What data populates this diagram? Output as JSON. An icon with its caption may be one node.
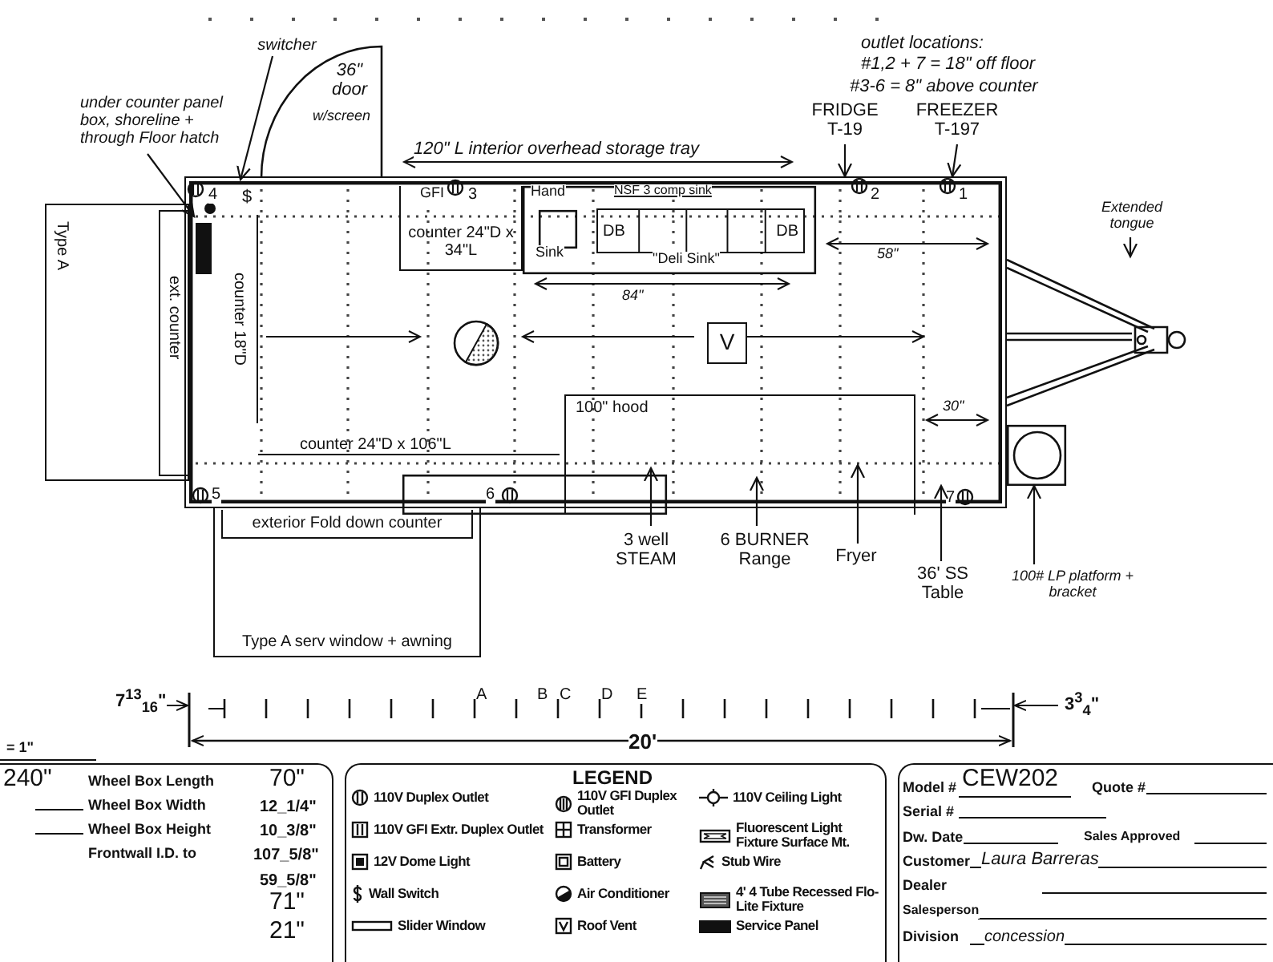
{
  "diagram": {
    "nodes": [
      {
        "text": [],
        "shape": "box"
      },
      {
        "text": [
          "counter 24\"D x 34\"L"
        ],
        "in": 0
      },
      {
        "text": [],
        "shape": "box",
        "in": 0
      },
      {
        "text": [],
        "shape": "box",
        "in": 2,
        "beside": [
          "Hand",
          "Sink"
        ]
      },
      {
        "text": [
          "DB",
          "DB"
        ],
        "in": 2,
        "beside": [
          "NSF 3 comp sink",
          "\"Deli Sink\""
        ]
      },
      {
        "text": [
          "counter 18\"D"
        ],
        "in": 0
      },
      {
        "text": [
          "counter 24\"D x 106\"L"
        ],
        "in": 0
      },
      {
        "text": [
          "V"
        ],
        "in": 0
      },
      {
        "text": [],
        "shape": "circle",
        "in": 0
      },
      {
        "text": [
          "100\" hood"
        ],
        "in": 0
      },
      {
        "text": [],
        "shape": "box",
        "in": 0
      },
      {
        "text": [],
        "shape": "bar",
        "in": 0
      },
      {
        "text": [
          "$"
        ],
        "in": 0
      },
      {
        "text": [
          "Type A"
        ]
      },
      {
        "text": [
          "ext. counter"
        ],
        "in": 13
      },
      {
        "text": [
          "Type A serv window + awning"
        ]
      },
      {
        "text": [
          "exterior Fold down counter"
        ],
        "in": 15
      },
      {
        "text": [],
        "shape": "box"
      },
      {
        "text": [],
        "shape": "picture"
      },
      {
        "text": [
          "36\" door",
          "w/screen"
        ]
      },
      {
        "text": [
          "under counter panel box, shoreline + through Floor hatch"
        ]
      },
      {
        "text": [
          "switcher"
        ]
      },
      {
        "text": [
          "FRIDGE T-19"
        ]
      },
      {
        "text": [
          "FREEZER T-197"
        ]
      },
      {
        "text": [
          "Extended tongue"
        ]
      },
      {
        "text": [
          "3 well STEAM"
        ]
      },
      {
        "text": [
          "6 BURNER Range"
        ]
      },
      {
        "text": [
          "Fryer"
        ]
      },
      {
        "text": [
          "36' SS Table"
        ]
      },
      {
        "text": [
          "100# LP platform + bracket"
        ]
      },
      {
        "text": [],
        "shape": "circle",
        "in": 17
      }
    ],
    "edges": [
      {
        "from": 20,
        "to": 11,
        "arrow": "to"
      },
      {
        "from": 21,
        "to": 12,
        "arrow": "to"
      },
      {
        "from": 22,
        "to": 0,
        "arrow": "to"
      },
      {
        "from": 23,
        "to": 0,
        "arrow": "to"
      },
      {
        "from": 24,
        "to": 18,
        "arrow": "to"
      },
      {
        "from": 25,
        "to": 10,
        "arrow": "to"
      },
      {
        "from": 26,
        "to": 9,
        "arrow": "to"
      },
      {
        "from": 27,
        "to": 9,
        "arrow": "to"
      },
      {
        "from": 28,
        "to": 0,
        "arrow": "to"
      },
      {
        "from": 29,
        "to": 17,
        "arrow": "to"
      }
    ],
    "labels": [
      "outlet locations:",
      "#1,2 + 7 = 18\" off floor",
      "#3-6 = 8\" above counter",
      "120\" L interior overhead storage tray",
      "4",
      "GFI",
      "3",
      "2",
      "1",
      "58\"",
      "84\"",
      "30\"",
      "5",
      "6",
      "7",
      "7$^{13}$$_{16}$\"",
      "A",
      "B",
      "C",
      "D",
      "E",
      "20'",
      "3$^{3}$$_{4}$\"",
      "= 1\"",
      "240\"",
      "Wheel Box Length",
      "70\"",
      "Wheel Box Width",
      "12_1/4\"",
      "Wheel Box Height",
      "10_3/8\"",
      "Frontwall I.D. to",
      "107_5/8\"",
      "59_5/8\"",
      "71\"",
      "21\"",
      "LEGEND",
      "Model #",
      "CEW202",
      "Quote #",
      "Serial #",
      "Dw. Date",
      "Sales Approved",
      "Customer",
      "Laura Barreras",
      "Dealer",
      "Salesperson",
      "Division",
      "concession"
    ],
    "legend": [
      {
        "text": "110V Duplex Outlet"
      },
      {
        "text": "110V GFI Extr. Duplex Outlet"
      },
      {
        "text": "12V Dome Light"
      },
      {
        "text": "Wall Switch"
      },
      {
        "text": "Slider Window"
      },
      {
        "text": "110V GFI Duplex Outlet"
      },
      {
        "text": "Transformer"
      },
      {
        "text": "Battery"
      },
      {
        "text": "Air Conditioner"
      },
      {
        "text": "Roof Vent"
      },
      {
        "text": "110V Ceiling Light"
      },
      {
        "text": "Fluorescent Light Fixture Surface Mt."
      },
      {
        "text": "Stub Wire"
      },
      {
        "text": "4' 4 Tube Recessed Flo-Lite Fixture"
      },
      {
        "text": "Service Panel"
      }
    ]
  }
}
